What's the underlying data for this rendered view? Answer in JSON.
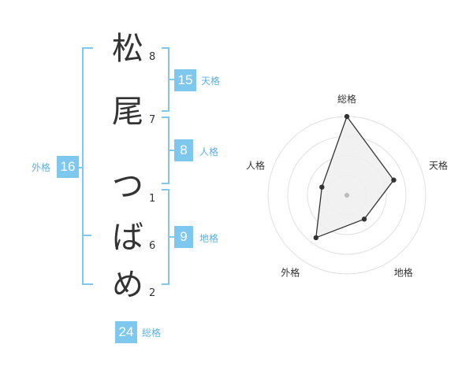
{
  "name": {
    "chars": [
      "松",
      "尾",
      "つ",
      "ば",
      "め"
    ],
    "strokes": [
      "8",
      "7",
      "1",
      "6",
      "2"
    ]
  },
  "kaku": {
    "ten": {
      "value": "15",
      "label": "天格"
    },
    "jin": {
      "value": "8",
      "label": "人格"
    },
    "chi": {
      "value": "9",
      "label": "地格"
    },
    "gai": {
      "value": "16",
      "label": "外格"
    },
    "so": {
      "value": "24",
      "label": "総格"
    }
  },
  "chart_data": {
    "type": "radar",
    "axes": [
      "総格",
      "天格",
      "地格",
      "外格",
      "人格"
    ],
    "values": [
      24,
      15,
      9,
      16,
      8
    ],
    "rmax": 24,
    "rings": 4,
    "grid": true
  },
  "colors": {
    "accent": "#7ec8f0",
    "label": "#5ab2e6",
    "fill": "#eeeeee",
    "ring": "#e0e0e0"
  }
}
